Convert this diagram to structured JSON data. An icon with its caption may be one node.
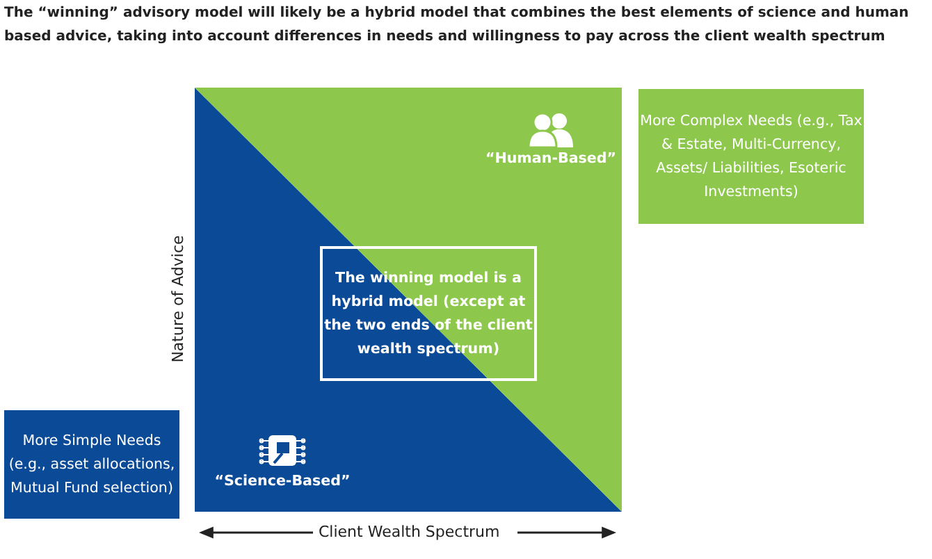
{
  "diagram": {
    "title": "The “winning” advisory model will likely be a hybrid model that combines the best elements of science and human based advice, taking into account differences in needs and willingness to pay across the client wealth spectrum",
    "nodes": [
      {
        "text": [
          "“Human-Based”"
        ]
      },
      {
        "text": [
          "“Science-Based”"
        ]
      },
      {
        "text": [
          "The winning model is a hybrid model (except at the two ends of the client wealth spectrum)"
        ]
      },
      {
        "text": [
          "More Complex Needs (e.g., Tax & Estate, Multi-Currency, Assets/ Liabilities, Esoteric Investments)"
        ]
      },
      {
        "text": [
          "More Simple Needs (e.g., asset allocations, Mutual Fund selection)"
        ]
      }
    ],
    "edges": [],
    "labels": [
      "Nature of Advice",
      "Client Wealth Spectrum"
    ]
  }
}
